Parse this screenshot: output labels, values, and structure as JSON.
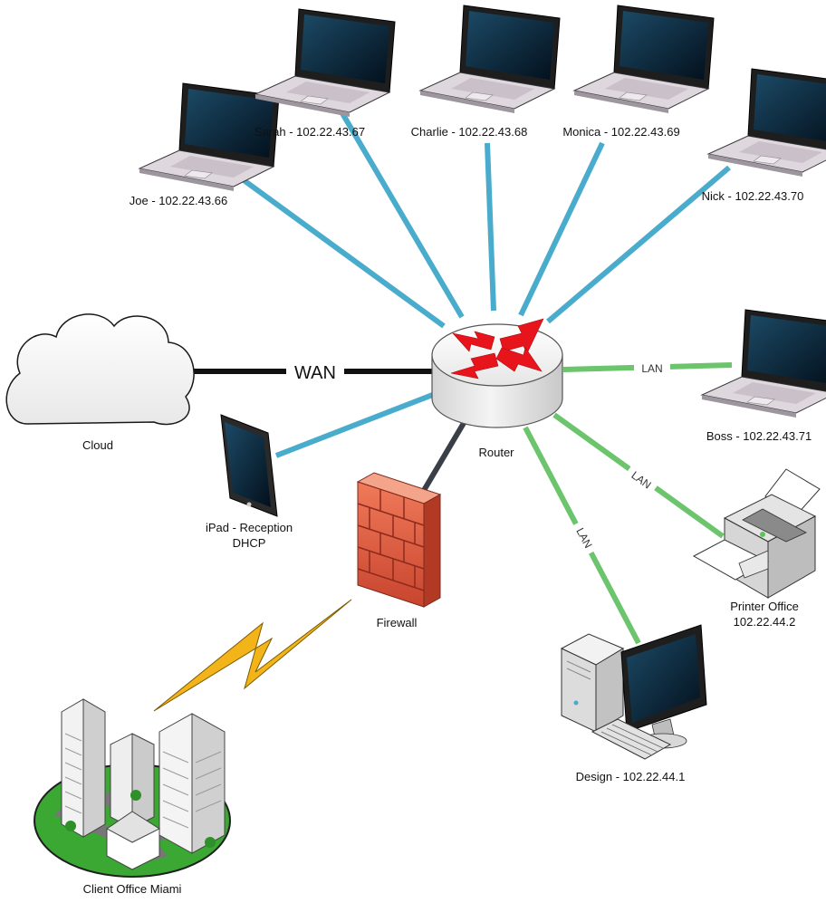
{
  "colors": {
    "wifi_link": "#4aaccc",
    "lan_link": "#6cc46c",
    "wan_link": "#111111",
    "firewall_link": "#3a3f47",
    "router_arrows": "#e8141c",
    "lightning": "#f2b418"
  },
  "nodes": {
    "joe": {
      "label": "Joe - 102.22.43.66",
      "icon": "laptop-icon"
    },
    "sarah": {
      "label": "Sarah - 102.22.43.67",
      "icon": "laptop-icon"
    },
    "charlie": {
      "label": "Charlie - 102.22.43.68",
      "icon": "laptop-icon"
    },
    "monica": {
      "label": "Monica - 102.22.43.69",
      "icon": "laptop-icon"
    },
    "nick": {
      "label": "Nick - 102.22.43.70",
      "icon": "laptop-icon"
    },
    "boss": {
      "label": "Boss - 102.22.43.71",
      "icon": "laptop-icon"
    },
    "cloud": {
      "label": "Cloud",
      "icon": "cloud-icon"
    },
    "router": {
      "label": "Router",
      "icon": "router-icon"
    },
    "ipad": {
      "label_line1": "iPad - Reception",
      "label_line2": "DHCP",
      "icon": "tablet-icon"
    },
    "firewall": {
      "label": "Firewall",
      "icon": "firewall-icon"
    },
    "printer": {
      "label_line1": "Printer Office",
      "label_line2": "102.22.44.2",
      "icon": "printer-icon"
    },
    "design": {
      "label": "Design - 102.22.44.1",
      "icon": "desktop-computer-icon"
    },
    "client_office": {
      "label": "Client Office Miami",
      "icon": "city-buildings-icon"
    }
  },
  "links": {
    "wan_label": "WAN",
    "lan_boss_label": "LAN",
    "lan_printer_label": "LAN",
    "lan_design_label": "LAN"
  }
}
